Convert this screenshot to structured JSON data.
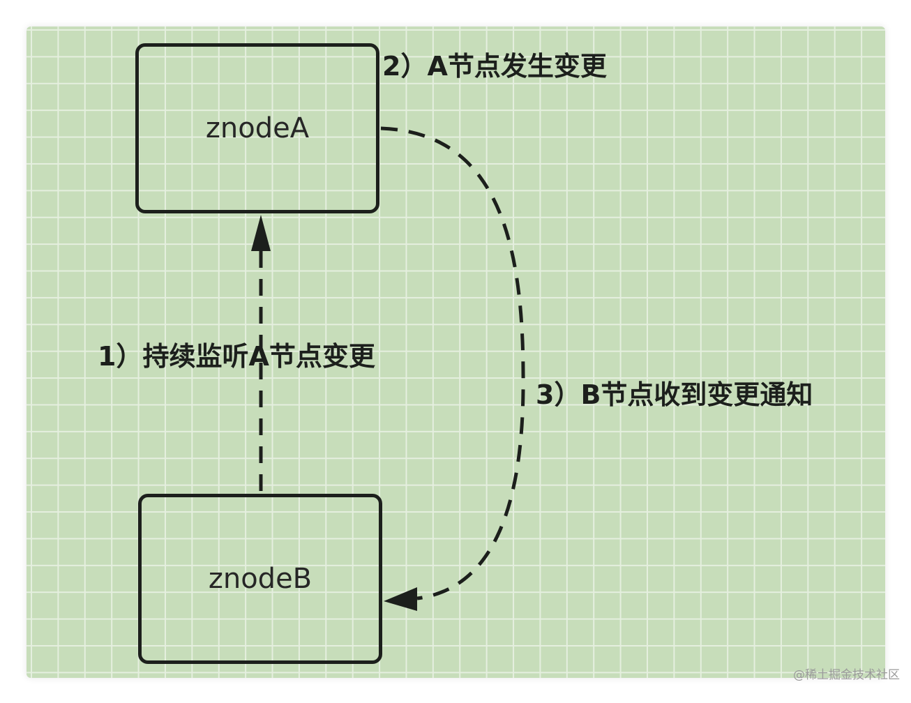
{
  "diagram": {
    "nodes": {
      "a": {
        "label": "znodeA"
      },
      "b": {
        "label": "znodeB"
      }
    },
    "edges": [
      {
        "id": "watch",
        "from": "znodeB",
        "to": "znodeA",
        "style": "dashed",
        "label": "1）持续监听A节点变更"
      },
      {
        "id": "notify",
        "from": "znodeA",
        "to": "znodeB",
        "style": "dashed",
        "label": "3）B节点收到变更通知"
      }
    ],
    "annotations": {
      "change": "2）A节点发生变更"
    }
  },
  "watermark": "@稀土掘金技术社区",
  "colors": {
    "background": "#c7ddba",
    "grid": "#e5efdf",
    "stroke": "#1c1f1c"
  }
}
